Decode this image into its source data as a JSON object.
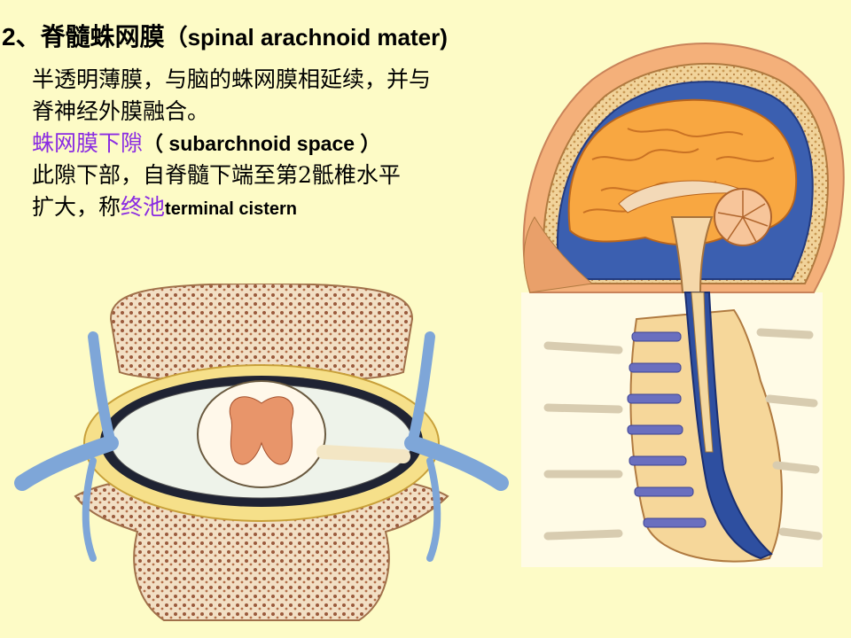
{
  "title": {
    "number": "2、",
    "cn": "脊髓蛛网膜",
    "en": "（spinal arachnoid mater)"
  },
  "paragraph": {
    "line1": "半透明薄膜，与脑的蛛网膜相延续，并与",
    "line2": "脊神经外膜融合。",
    "term1_cn": "蛛网膜下隙",
    "term1_en": "（ subarchnoid space ）",
    "line4": "此隙下部，自脊髓下端至第2骶椎水平",
    "line5_prefix": "扩大，称",
    "term2_cn": "终池",
    "term2_en": "terminal cistern"
  },
  "colors": {
    "background": "#fdfbc6",
    "highlight": "#8a2be2"
  }
}
